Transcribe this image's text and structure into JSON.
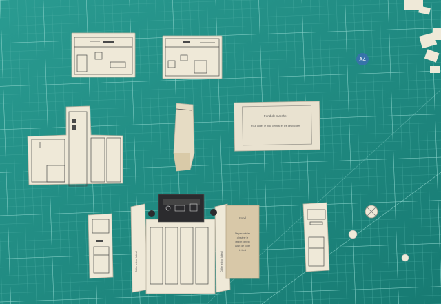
{
  "photo": {
    "subject": "Papercraft model parts cut out on a green cutting mat",
    "colors": {
      "mat": "#1f8f86",
      "grid": "#6cc2b9",
      "paper": "#efe9d8",
      "kraft": "#d8c8a8"
    }
  },
  "mat": {
    "label_a4": "A4"
  },
  "card_fond_marche": {
    "title": "Fond de marcher",
    "body": "Pour coller le bloc central et les deux côtés"
  },
  "card_fond": {
    "title": "Fond",
    "lines": [
      "Ne pas oublier",
      "d'insérer le",
      "renfort central",
      "avant de coller",
      "le fond"
    ]
  },
  "side_label": "Coller le bloc latéral"
}
